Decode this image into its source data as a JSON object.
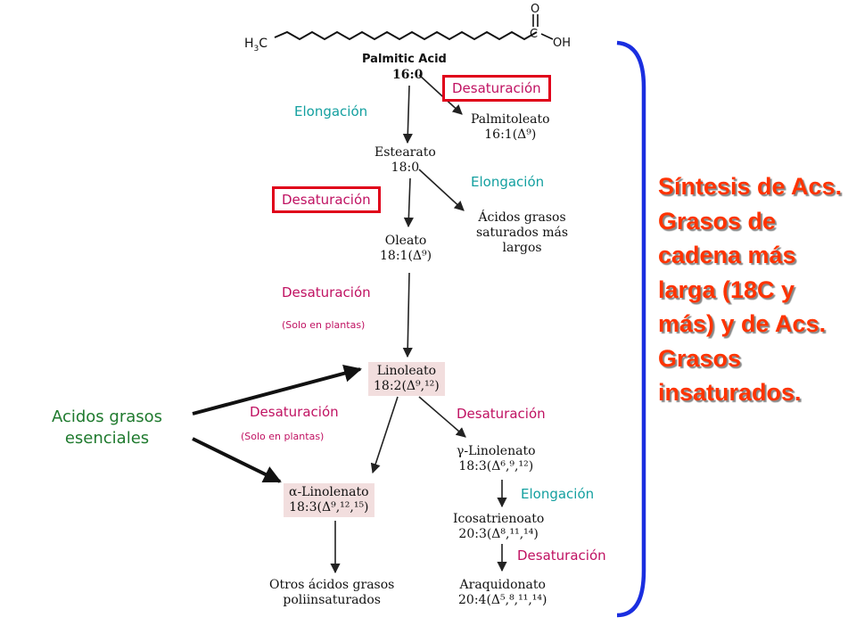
{
  "structure": {
    "h3c": "H",
    "h3c_sub": "3",
    "h3c_c": "C",
    "o_top": "O",
    "c_carbon": "C",
    "oh": "OH",
    "name": "Palmitic Acid"
  },
  "compounds": {
    "palmitic": {
      "ratio": "16:0"
    },
    "palmitoleato": {
      "name": "Palmitoleato",
      "formula": "16:1(Δ⁹)"
    },
    "estearato": {
      "name": "Estearato",
      "formula": "18:0"
    },
    "acidos_saturados": {
      "line1": "Ácidos grasos",
      "line2": "saturados más",
      "line3": "largos"
    },
    "oleato": {
      "name": "Oleato",
      "formula": "18:1(Δ⁹)"
    },
    "linoleato": {
      "name": "Linoleato",
      "formula": "18:2(Δ⁹,¹²)"
    },
    "gamma_linolenato": {
      "name": "γ-Linolenato",
      "formula": "18:3(Δ⁶,⁹,¹²)"
    },
    "alpha_linolenato": {
      "name": "α-Linolenato",
      "formula": "18:3(Δ⁹,¹²,¹⁵)"
    },
    "icosatrienoato": {
      "name": "Icosatrienoato",
      "formula": "20:3(Δ⁸,¹¹,¹⁴)"
    },
    "otros": {
      "line1": "Otros ácidos grasos",
      "line2": "poliinsaturados"
    },
    "araquidonato": {
      "name": "Araquidonato",
      "formula": "20:4(Δ⁵,⁸,¹¹,¹⁴)"
    }
  },
  "steps": {
    "desat_1": "Desaturación",
    "elong_1": "Elongación",
    "elong_2": "Elongación",
    "desat_2": "Desaturación",
    "desat_3": "Desaturación",
    "solo_1": "(Solo en plantas)",
    "desat_4": "Desaturación",
    "solo_2": "(Solo en plantas)",
    "desat_5": "Desaturación",
    "elong_3": "Elongación",
    "desat_6": "Desaturación"
  },
  "essential": {
    "line1": "Acidos grasos",
    "line2": "esenciales"
  },
  "title": "Síntesis de Acs. Grasos de cadena más larga (18C y más) y de Acs. Grasos insaturados.",
  "colors": {
    "teal": "#14a0a0",
    "magenta": "#c01262",
    "red_box": "#e0001a",
    "title": "#ff3300",
    "green": "#1f7a2e",
    "brace": "#1a2ee0",
    "highlight": "#f2dede"
  }
}
